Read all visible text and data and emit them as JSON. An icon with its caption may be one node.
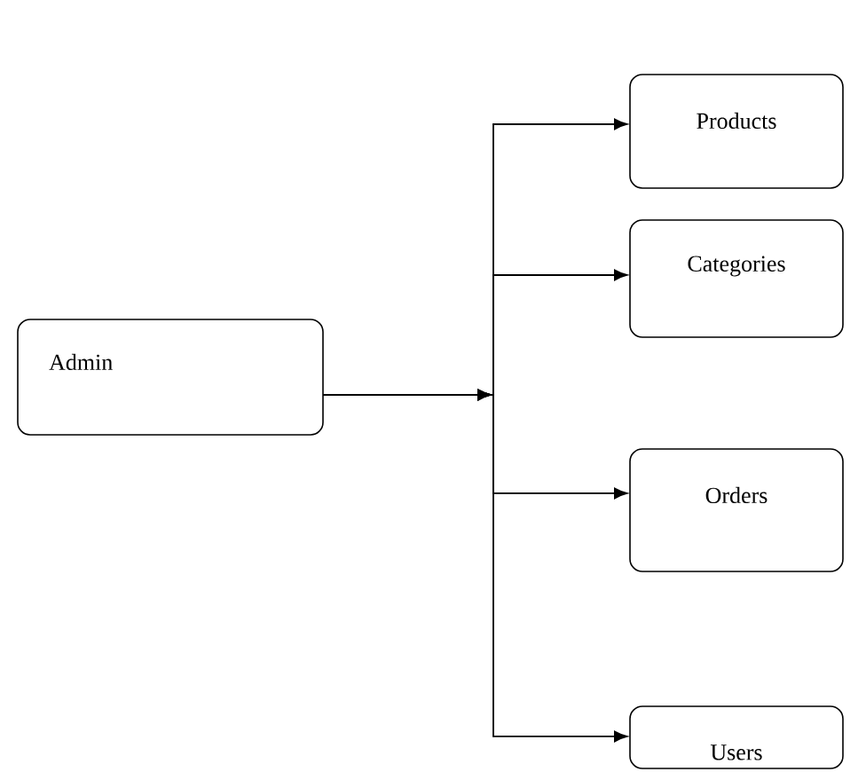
{
  "diagram": {
    "nodes": [
      {
        "text": [
          "Admin"
        ]
      },
      {
        "text": [
          "Products"
        ]
      },
      {
        "text": [
          "Categories"
        ]
      },
      {
        "text": [
          "Orders"
        ]
      },
      {
        "text": [
          "Users"
        ]
      }
    ],
    "edges": [
      {
        "from": 0,
        "to": 1,
        "arrow": "to"
      },
      {
        "from": 0,
        "to": 2,
        "arrow": "to"
      },
      {
        "from": 0,
        "to": 3,
        "arrow": "to"
      },
      {
        "from": 0,
        "to": 4,
        "arrow": "to"
      }
    ]
  }
}
